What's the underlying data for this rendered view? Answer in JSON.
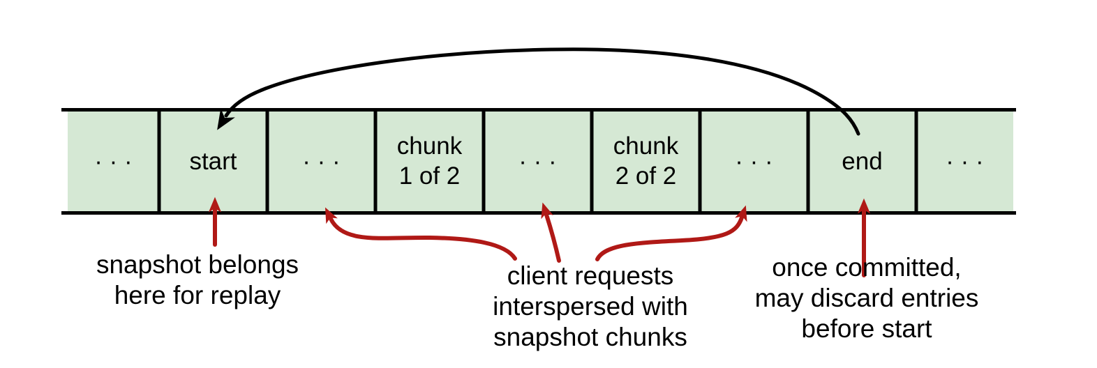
{
  "diagram": {
    "title_hint": "replicated log with snapshot chunks",
    "colors": {
      "cell_fill": "#d5e8d4",
      "border": "#000000",
      "wrap_arrow": "#000000",
      "annotation_arrow": "#b01916",
      "text": "#000000"
    },
    "cells": [
      {
        "lines": [
          "· · ·"
        ]
      },
      {
        "lines": [
          "start"
        ]
      },
      {
        "lines": [
          "· · ·"
        ]
      },
      {
        "lines": [
          "chunk",
          "1 of 2"
        ]
      },
      {
        "lines": [
          "· · ·"
        ]
      },
      {
        "lines": [
          "chunk",
          "2 of 2"
        ]
      },
      {
        "lines": [
          "· · ·"
        ]
      },
      {
        "lines": [
          "end"
        ]
      },
      {
        "lines": [
          "· · ·"
        ]
      }
    ],
    "annotations": [
      {
        "lines": [
          "snapshot belongs",
          "here for replay"
        ]
      },
      {
        "lines": [
          "client requests",
          "interspersed with",
          "snapshot chunks"
        ]
      },
      {
        "lines": [
          "once committed,",
          "may discard entries",
          "before start"
        ]
      }
    ]
  }
}
